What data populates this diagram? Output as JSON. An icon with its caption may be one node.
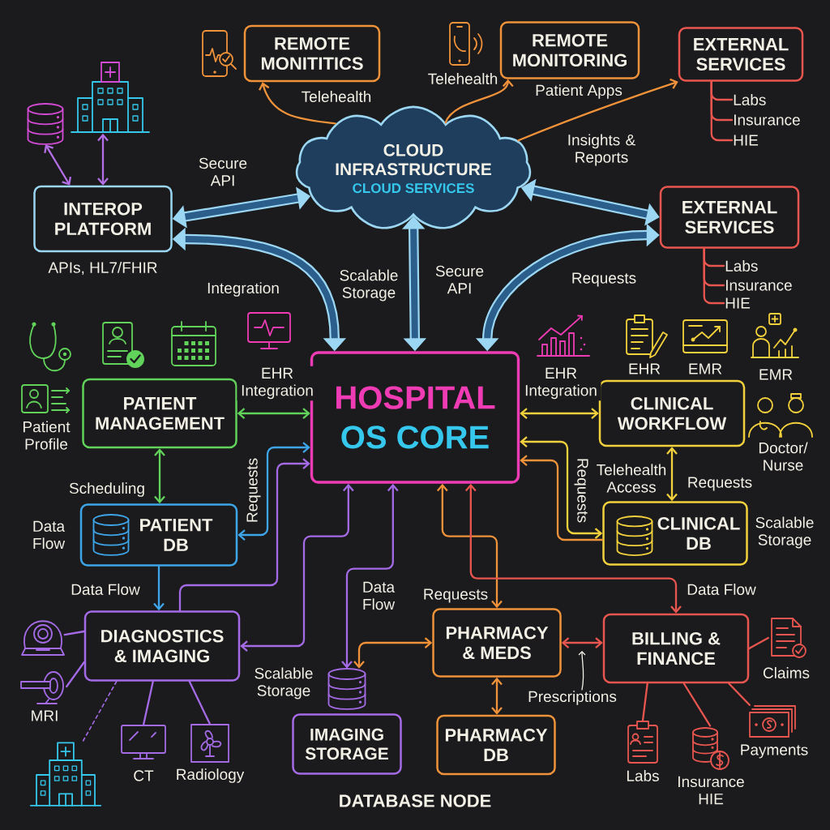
{
  "diagram": {
    "nodes": [
      {
        "text": [
          "REMOTE MONITITICS"
        ]
      },
      {
        "text": [
          "REMOTE MONITORING"
        ],
        "beside": [
          "Patient Apps"
        ]
      },
      {
        "text": [
          "EXTERNAL SERVICES"
        ]
      },
      {
        "text": [
          "Labs"
        ]
      },
      {
        "text": [
          "Insurance"
        ]
      },
      {
        "text": [
          "HIE"
        ]
      },
      {
        "text": [
          "CLOUD INFRASTRUCTURE",
          "CLOUD SERVICES"
        ]
      },
      {
        "text": [],
        "shape": "picture"
      },
      {
        "text": [],
        "shape": "cylinder"
      },
      {
        "text": [
          "INTEROP PLATFORM"
        ],
        "beside": [
          "APIs, HL7/FHIR"
        ]
      },
      {
        "text": [
          "EXTERNAL SERVICES"
        ]
      },
      {
        "text": [
          "Labs"
        ]
      },
      {
        "text": [
          "Insurance"
        ]
      },
      {
        "text": [
          "HIE"
        ]
      },
      {
        "text": [
          "HOSPITAL",
          "OS CORE"
        ]
      },
      {
        "text": [
          "PATIENT MANAGEMENT"
        ]
      },
      {
        "text": [
          "CLINICAL WORKFLOW"
        ]
      },
      {
        "text": [
          "PATIENT DB"
        ]
      },
      {
        "text": [
          "CLINICAL DB"
        ],
        "beside": [
          "Scalable Storage"
        ]
      },
      {
        "text": [
          "DIAGNOSTICS & IMAGING"
        ]
      },
      {
        "text": [
          "PHARMACY & MEDS"
        ]
      },
      {
        "text": [
          "BILLING & FINANCE"
        ]
      },
      {
        "text": [],
        "shape": "picture"
      },
      {
        "text": [],
        "shape": "picture",
        "beside": [
          "MRI"
        ]
      },
      {
        "text": [],
        "shape": "picture"
      },
      {
        "text": [],
        "shape": "picture",
        "beside": [
          "CT"
        ]
      },
      {
        "text": [],
        "shape": "picture",
        "beside": [
          "Radiology"
        ]
      },
      {
        "text": [],
        "shape": "cylinder",
        "beside": [
          "Scalable Storage"
        ]
      },
      {
        "text": [
          "IMAGING STORAGE"
        ]
      },
      {
        "text": [
          "PHARMACY DB"
        ]
      },
      {
        "text": [
          "Prescriptions"
        ]
      },
      {
        "text": [],
        "shape": "picture",
        "beside": [
          "Claims"
        ]
      },
      {
        "text": [],
        "shape": "picture",
        "beside": [
          "Labs"
        ]
      },
      {
        "text": [],
        "shape": "picture",
        "beside": [
          "Insurance HIE"
        ]
      },
      {
        "text": [],
        "shape": "picture",
        "beside": [
          "Payments"
        ]
      }
    ],
    "edges": [
      {
        "from": 6,
        "to": 0,
        "arrow": "to",
        "label": "Telehealth",
        "color": "#f0923a"
      },
      {
        "from": 6,
        "to": 1,
        "arrow": "to",
        "color": "#f0923a"
      },
      {
        "from": 6,
        "to": 2,
        "arrow": "to",
        "label": "Insights & Reports",
        "color": "#f0923a"
      },
      {
        "from": 2,
        "to": 3,
        "arrow": "none",
        "color": "#e8564f"
      },
      {
        "from": 2,
        "to": 4,
        "arrow": "none",
        "color": "#e8564f"
      },
      {
        "from": 2,
        "to": 5,
        "arrow": "none",
        "color": "#e8564f"
      },
      {
        "from": 7,
        "to": 9,
        "arrow": "both",
        "color": "#b46ee6"
      },
      {
        "from": 8,
        "to": 9,
        "arrow": "both",
        "color": "#b46ee6"
      },
      {
        "from": 9,
        "to": 6,
        "arrow": "both",
        "label": "Secure API",
        "style": "thick",
        "color": "#9bd7f2"
      },
      {
        "from": 6,
        "to": 10,
        "arrow": "both",
        "style": "thick",
        "color": "#9bd7f2"
      },
      {
        "from": 10,
        "to": 11,
        "arrow": "none",
        "color": "#e8564f"
      },
      {
        "from": 10,
        "to": 12,
        "arrow": "none",
        "color": "#e8564f"
      },
      {
        "from": 10,
        "to": 13,
        "arrow": "none",
        "color": "#e8564f"
      },
      {
        "from": 6,
        "to": 14,
        "arrow": "both",
        "label": "Scalable Storage",
        "style": "thick",
        "color": "#9bd7f2"
      },
      {
        "from": 9,
        "to": 14,
        "arrow": "both",
        "label": "Integration",
        "style": "thick",
        "color": "#9bd7f2"
      },
      {
        "from": 10,
        "to": 14,
        "arrow": "both",
        "label": "Requests",
        "style": "thick",
        "color": "#9bd7f2"
      },
      {
        "from": 15,
        "to": 14,
        "arrow": "both",
        "label": "EHR Integration",
        "color": "#62d35a"
      },
      {
        "from": 14,
        "to": 16,
        "arrow": "both",
        "label": "EHR Integration",
        "color": "#f2d13c"
      },
      {
        "from": 15,
        "to": 17,
        "arrow": "both",
        "label": "Scheduling",
        "color": "#62d35a"
      },
      {
        "from": 17,
        "to": 14,
        "arrow": "both",
        "label": "Requests",
        "color": "#3da5e8"
      },
      {
        "from": 14,
        "to": 18,
        "arrow": "both",
        "label": "Requests",
        "color": "#f2d13c"
      },
      {
        "from": 18,
        "to": 14,
        "arrow": "to",
        "color": "#f0923a"
      },
      {
        "from": 16,
        "to": 18,
        "arrow": "both",
        "label": "Requests",
        "color": "#f2d13c"
      },
      {
        "from": 17,
        "to": 19,
        "arrow": "to",
        "label": "Data Flow",
        "color": "#3da5e8"
      },
      {
        "from": 19,
        "to": 14,
        "arrow": "to",
        "color": "#a56be6"
      },
      {
        "from": 14,
        "to": 19,
        "arrow": "both",
        "color": "#a56be6"
      },
      {
        "from": 14,
        "to": 27,
        "arrow": "both",
        "label": "Data Flow",
        "color": "#a56be6"
      },
      {
        "from": 20,
        "to": 27,
        "arrow": "both",
        "color": "#f0923a"
      },
      {
        "from": 14,
        "to": 20,
        "arrow": "both",
        "label": "Requests",
        "color": "#f0923a"
      },
      {
        "from": 14,
        "to": 21,
        "arrow": "both",
        "label": "Data Flow",
        "color": "#e8564f"
      },
      {
        "from": 20,
        "to": 21,
        "arrow": "both",
        "color": "#e8564f"
      },
      {
        "from": 30,
        "to": null,
        "arrow": "to",
        "color": "#f4f1e6"
      },
      {
        "from": 20,
        "to": 29,
        "arrow": "both",
        "color": "#f0923a"
      },
      {
        "from": 19,
        "to": 22,
        "arrow": "none",
        "color": "#a56be6"
      },
      {
        "from": 19,
        "to": 23,
        "arrow": "none",
        "color": "#a56be6"
      },
      {
        "from": 19,
        "to": 24,
        "arrow": "none",
        "style": "dashed",
        "color": "#a56be6"
      },
      {
        "from": 19,
        "to": 25,
        "arrow": "none",
        "color": "#a56be6"
      },
      {
        "from": 19,
        "to": 26,
        "arrow": "none",
        "color": "#a56be6"
      },
      {
        "from": 21,
        "to": 31,
        "arrow": "none",
        "color": "#e8564f"
      },
      {
        "from": 21,
        "to": 32,
        "arrow": "none",
        "color": "#e8564f"
      },
      {
        "from": 21,
        "to": 33,
        "arrow": "none",
        "color": "#e8564f"
      },
      {
        "from": 21,
        "to": 34,
        "arrow": "none",
        "color": "#e8564f"
      }
    ],
    "labels": [
      "Telehealth",
      "Secure API",
      "EHR",
      "EMR",
      "EMR",
      "Patient Profile",
      "Doctor/ Nurse",
      "Telehealth Access",
      "Data Flow",
      "DATABASE NODE"
    ]
  }
}
